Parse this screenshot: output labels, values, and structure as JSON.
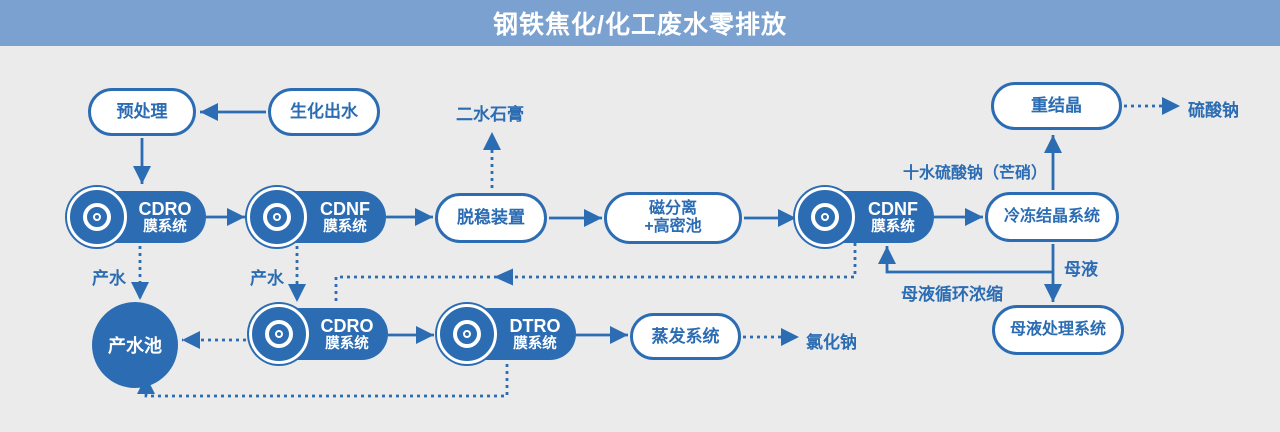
{
  "header": {
    "title": "钢铁焦化/化工废水零排放"
  },
  "colors": {
    "primary": "#2b6cb3",
    "header_bg": "#7aa1cf",
    "background": "#ebebec",
    "node_text": "#ffffff"
  },
  "nodes": {
    "pretreatment": "预处理",
    "biochem_effluent": "生化出水",
    "recrystallization": "重结晶",
    "destabilizer": "脱稳装置",
    "magnetic": {
      "line1": "磁分离",
      "line2": "+高密池"
    },
    "freeze_crystallization": "冷冻结晶系统",
    "mother_liquor_treatment": "母液处理系统",
    "product_water_pool": "产水池",
    "evaporation": "蒸发系统",
    "cdro1": {
      "title": "CDRO",
      "sub": "膜系统"
    },
    "cdnf1": {
      "title": "CDNF",
      "sub": "膜系统"
    },
    "cdnf2": {
      "title": "CDNF",
      "sub": "膜系统"
    },
    "cdro2": {
      "title": "CDRO",
      "sub": "膜系统"
    },
    "dtro": {
      "title": "DTRO",
      "sub": "膜系统"
    }
  },
  "labels": {
    "dihydrate_gypsum": "二水石膏",
    "sodium_sulfate": "硫酸钠",
    "glauber_salt": "十水硫酸钠（芒硝）",
    "mother_liquor": "母液",
    "mother_liquor_recycle": "母液循环浓缩",
    "product_water_1": "产水",
    "product_water_2": "产水",
    "sodium_chloride": "氯化钠"
  }
}
